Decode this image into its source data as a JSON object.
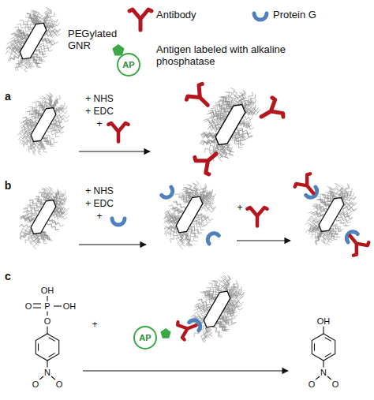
{
  "diagram": {
    "nodes": [
      {
        "text": [
          "AP"
        ]
      },
      {
        "text": [
          "AP"
        ]
      }
    ],
    "labels": [
      "a",
      "+ NHS",
      "+ EDC",
      "+",
      "b",
      "+ NHS",
      "+ EDC",
      "+",
      "+",
      "c",
      "+",
      "OH",
      "OH",
      "P",
      "O",
      "O",
      "N",
      "O",
      "O",
      "OH",
      "N",
      "O",
      "O"
    ],
    "legend": [
      {
        "text": "PEGylated GNR"
      },
      {
        "text": "Antibody"
      },
      {
        "text": "Protein G"
      },
      {
        "text": "Antigen labeled with alkaline phosphatase"
      }
    ]
  }
}
